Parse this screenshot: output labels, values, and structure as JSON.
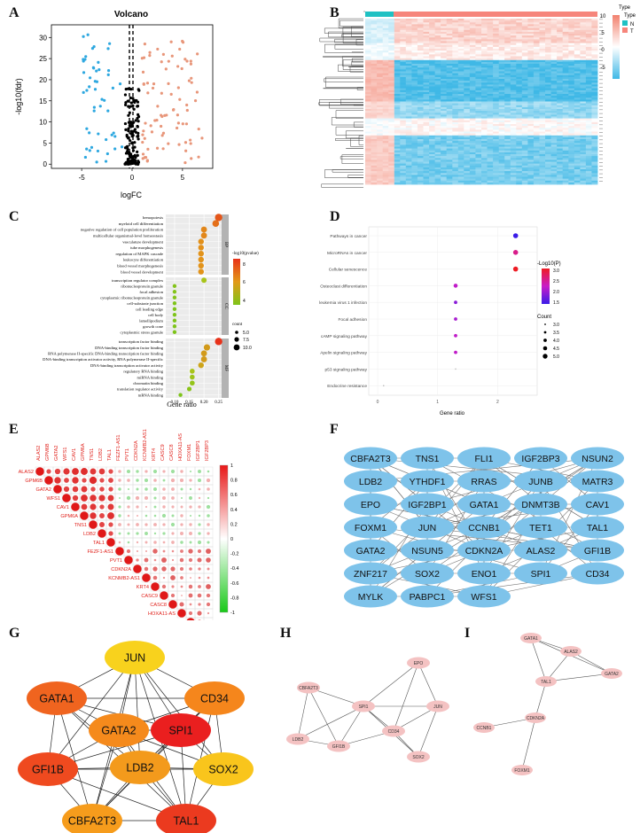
{
  "panels": {
    "A": "A",
    "B": "B",
    "C": "C",
    "D": "D",
    "E": "E",
    "F": "F",
    "G": "G",
    "H": "H",
    "I": "I"
  },
  "volcano": {
    "title": "Volcano",
    "xlabel": "logFC",
    "ylabel": "-log10(fdr)",
    "xticks": [
      "-5",
      "0",
      "5"
    ],
    "yticks": [
      "0",
      "5",
      "10",
      "15",
      "20",
      "25",
      "30"
    ],
    "colors": {
      "down": "#2ea8e0",
      "up": "#e8967a",
      "ns": "#000000"
    }
  },
  "heatmap": {
    "legend_title": "Type",
    "groups": [
      "N",
      "T"
    ],
    "group_colors": {
      "N": "#1fc1c3",
      "T": "#f6857b"
    },
    "scale_ticks": [
      "10",
      "5",
      "0",
      "-5"
    ],
    "scale_colors": {
      "high": "#f2816e",
      "mid": "#ffffff",
      "low": "#3fb8e6"
    }
  },
  "go": {
    "xlabel": "Gene ratio",
    "xticks": [
      "0.10",
      "0.15",
      "0.20",
      "0.25"
    ],
    "groups": [
      {
        "label": "BP",
        "terms": [
          "hemopoiesis",
          "myeloid cell differentiation",
          "negative regulation of cell population proliferation",
          "multicellular organismal-level homeostasis",
          "vasculature development",
          "tube morphogenesis",
          "regulation of MAPK cascade",
          "leukocyte differentiation",
          "blood vessel morphogenesis",
          "blood vessel development"
        ]
      },
      {
        "label": "CC",
        "terms": [
          "transcription regulator complex",
          "ribonucleoprotein granule",
          "focal adhesion",
          "cytoplasmic ribonucleoprotein granule",
          "cell-substrate junction",
          "cell leading edge",
          "cell body",
          "lamellipodium",
          "growth cone",
          "cytoplasmic stress granule"
        ]
      },
      {
        "label": "MF",
        "terms": [
          "transcription factor binding",
          "DNA-binding transcription factor binding",
          "RNA polymerase II-specific DNA-binding transcription factor binding",
          "DNA-binding transcription activator activity, RNA polymerase II-specific",
          "DNA-binding transcription activator activity",
          "regulatory RNA binding",
          "miRNA binding",
          "chromatin binding",
          "translation regulator activity",
          "mRNA binding"
        ]
      }
    ],
    "legend": {
      "color_title": "-log10(pvalue)",
      "color_ticks": [
        "8",
        "6",
        "4"
      ],
      "size_title": "count",
      "size_ticks": [
        "5.0",
        "7.5",
        "10.0"
      ]
    }
  },
  "kegg": {
    "xlabel": "Gene ratio",
    "xticks": [
      "0",
      "1",
      "2"
    ],
    "pathways": [
      "Pathways in cancer",
      "MicroRNAs in cancer",
      "Cellular senescence",
      "Osteoclast differentiation",
      "Human T-cell leukemia virus 1 infection",
      "Focal adhesion",
      "cAMP signaling pathway",
      "Apelin signaling pathway",
      "p53 signaling pathway",
      "Endocrine resistance"
    ],
    "legend": {
      "color_title": "-Log10(P)",
      "color_ticks": [
        "3.0",
        "2.5",
        "2.0",
        "1.5"
      ],
      "size_title": "Count",
      "size_ticks": [
        "3.0",
        "3.5",
        "4.0",
        "4.5",
        "5.0"
      ]
    }
  },
  "corr": {
    "labels": [
      "ALAS2",
      "GPM6B",
      "GATA2",
      "WFS1",
      "CAV1",
      "GPM6A",
      "TNS1",
      "LDB2",
      "TAL1",
      "FEZF1-AS1",
      "PVT1",
      "CDKN2A",
      "KCNMB2-AS1",
      "KRT4",
      "CASC9",
      "CASC8",
      "HOXA11-AS",
      "FOXM1",
      "IGF2BP1",
      "IGF2BP3"
    ],
    "scale_ticks": [
      "1",
      "0.8",
      "0.6",
      "0.4",
      "0.2",
      "0",
      "-0.2",
      "-0.4",
      "-0.6",
      "-0.8",
      "-1"
    ]
  },
  "ppi": {
    "rows": [
      [
        "CBFA2T3",
        "TNS1",
        "FLI1",
        "IGF2BP3",
        "NSUN2"
      ],
      [
        "LDB2",
        "YTHDF1",
        "RRAS",
        "JUNB",
        "MATR3"
      ],
      [
        "EPO",
        "IGF2BP1",
        "GATA1",
        "DNMT3B",
        "CAV1"
      ],
      [
        "FOXM1",
        "JUN",
        "CCNB1",
        "TET1",
        "TAL1"
      ],
      [
        "GATA2",
        "NSUN5",
        "CDKN2A",
        "ALAS2",
        "GFI1B"
      ],
      [
        "ZNF217",
        "SOX2",
        "ENO1",
        "SPI1",
        "CD34"
      ],
      [
        "MYLK",
        "PABPC1",
        "WFS1"
      ]
    ]
  },
  "hub": {
    "nodes": [
      {
        "label": "JUN",
        "color": "#f8d21d"
      },
      {
        "label": "GATA1",
        "color": "#f0641f"
      },
      {
        "label": "CD34",
        "color": "#f5861c"
      },
      {
        "label": "GATA2",
        "color": "#f58a1c"
      },
      {
        "label": "SPI1",
        "color": "#ea1f1f"
      },
      {
        "label": "GFI1B",
        "color": "#ef4a1f"
      },
      {
        "label": "SOX2",
        "color": "#f9c51c"
      },
      {
        "label": "LDB2",
        "color": "#f39a1c"
      },
      {
        "label": "CBFA2T3",
        "color": "#f69c1c"
      },
      {
        "label": "TAL1",
        "color": "#eb3a1f"
      }
    ]
  },
  "moduleH": {
    "nodes": [
      "EPO",
      "CBFA2T3",
      "SPI1",
      "JUN",
      "LDB2",
      "CD34",
      "GFI1B",
      "SOX2"
    ]
  },
  "moduleI": {
    "nodes": [
      "GATA1",
      "ALAS2",
      "TAL1",
      "GATA2",
      "CDKN2A",
      "CCNB1",
      "FOXM1"
    ]
  }
}
